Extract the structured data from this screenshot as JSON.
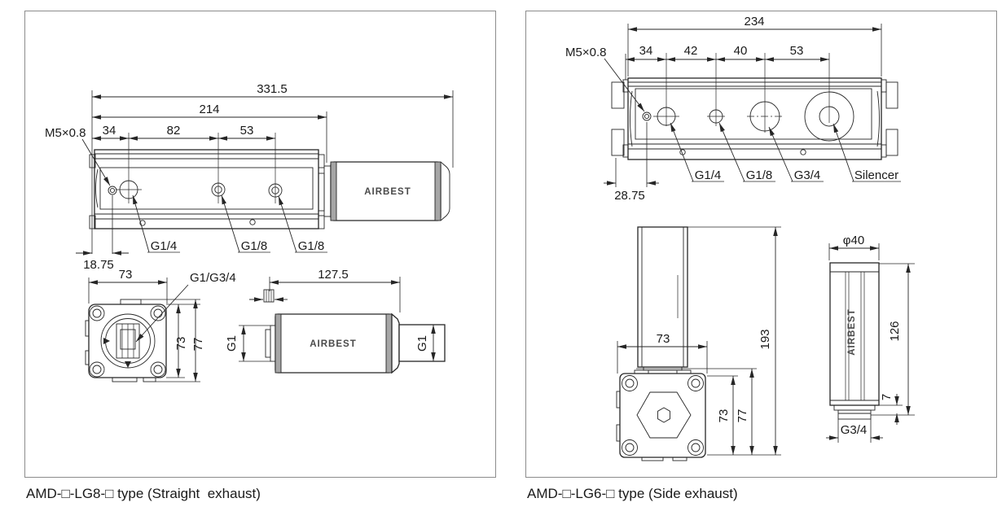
{
  "colors": {
    "line": "#262626",
    "muffler_band": "#a6a6a6",
    "panel_border": "#8c8c8c",
    "text": "#1a1a1a"
  },
  "left_panel": {
    "caption": "AMD-□-LG8-□ type (Straight  exhaust)",
    "top_view": {
      "dim_overall": "331.5",
      "dim_body": "214",
      "thread_top": "M5×0.8",
      "dim_seg1": "34",
      "dim_seg2": "82",
      "dim_seg3": "53",
      "port1": "G1/4",
      "port2": "G1/8",
      "port3": "G1/8",
      "dim_offset": "18.75",
      "brand": "AIRBEST"
    },
    "front_view": {
      "dim_width": "73",
      "port": "G1/G3/4",
      "dim_height_body": "73",
      "dim_height_total": "77"
    },
    "muffler_view": {
      "dim_length": "127.5",
      "thread_left": "G1",
      "thread_right": "G1",
      "brand": "AIRBEST"
    }
  },
  "right_panel": {
    "caption": "AMD-□-LG6-□ type (Side exhaust)",
    "top_view": {
      "dim_overall": "234",
      "thread_top": "M5×0.8",
      "dim_seg1": "34",
      "dim_seg2": "42",
      "dim_seg3": "40",
      "dim_seg4": "53",
      "port1": "G1/4",
      "port2": "G1/8",
      "port3": "G3/4",
      "port4": "Silencer",
      "dim_offset": "28.75"
    },
    "side_view": {
      "dim_width": "73",
      "dim_height_total": "193",
      "dim_height_body": "73",
      "dim_height_with_plate": "77"
    },
    "muffler_view": {
      "dim_diameter": "φ40",
      "dim_length": "126",
      "dim_lip": "7",
      "thread": "G3/4",
      "brand": "AIRBEST"
    }
  }
}
